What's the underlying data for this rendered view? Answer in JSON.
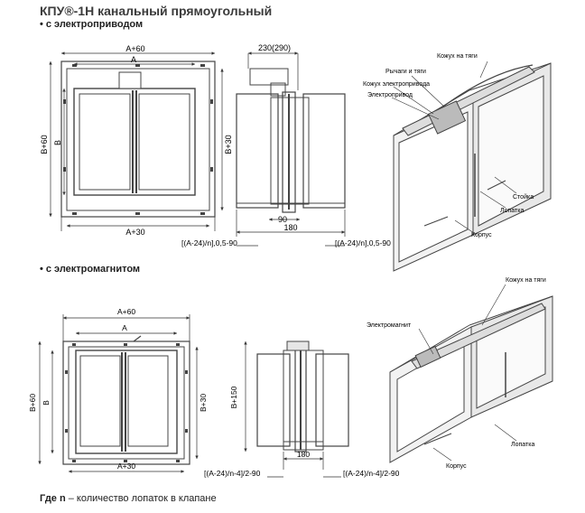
{
  "title": "КПУ®-1Н канальный прямоугольный",
  "section1": "с электроприводом",
  "section2": "с электромагнитом",
  "footnote": {
    "term": "Где n",
    "text": " – количество лопаток в клапане"
  },
  "top": {
    "dim_a60": "A+60",
    "dim_a": "A",
    "dim_a30": "A+30",
    "dim_b60": "B+60",
    "dim_b": "B",
    "dim_b30": "B+30",
    "dim_230": "230(290)",
    "dim_90": "90",
    "dim_180": "180",
    "formula_left": "[(A-24)/n],0,5-90",
    "formula_right": "[(A-24)/n],0,5-90",
    "labels": {
      "cover": "Кожух на тяги",
      "levers": "Рычаги и тяги",
      "actuator_cover": "Кожух электропривода",
      "actuator": "Электропривод",
      "post": "Стойка",
      "blade": "Лопатка",
      "body": "Корпус"
    }
  },
  "bottom": {
    "dim_a60": "A+60",
    "dim_a": "A",
    "dim_a30": "A+30",
    "dim_b60": "B+60",
    "dim_b": "B",
    "dim_b30": "B+30",
    "dim_b150": "B+150",
    "dim_180": "180",
    "formula_left": "[(A-24)/n-4]/2-90",
    "formula_right": "[(A-24)/n-4]/2-90",
    "labels": {
      "cover": "Кожух на тяги",
      "magnet": "Электромагнит",
      "blade": "Лопатка",
      "body": "Корпус"
    }
  }
}
